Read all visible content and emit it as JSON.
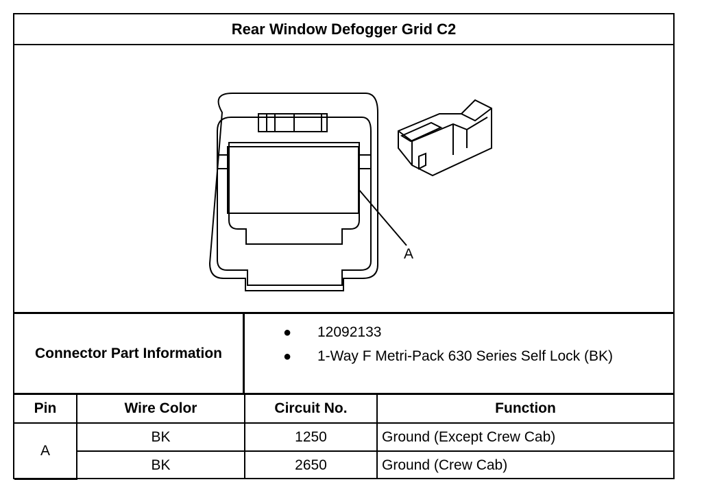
{
  "title": "Rear Window Defogger Grid C2",
  "figure": {
    "callout_label": "A"
  },
  "connector_info": {
    "label": "Connector Part Information",
    "items": [
      "12092133",
      "1-Way F Metri-Pack 630 Series Self Lock (BK)"
    ],
    "bullet": "●"
  },
  "pin_table": {
    "headers": {
      "pin": "Pin",
      "wire_color": "Wire Color",
      "circuit": "Circuit No.",
      "function": "Function"
    },
    "rows": [
      {
        "pin": "A",
        "wire_color": "BK",
        "circuit": "1250",
        "function": "Ground (Except Crew Cab)"
      },
      {
        "pin": "A",
        "wire_color": "BK",
        "circuit": "2650",
        "function": "Ground (Crew Cab)"
      }
    ]
  },
  "colors": {
    "line": "#000000",
    "background": "#ffffff"
  }
}
